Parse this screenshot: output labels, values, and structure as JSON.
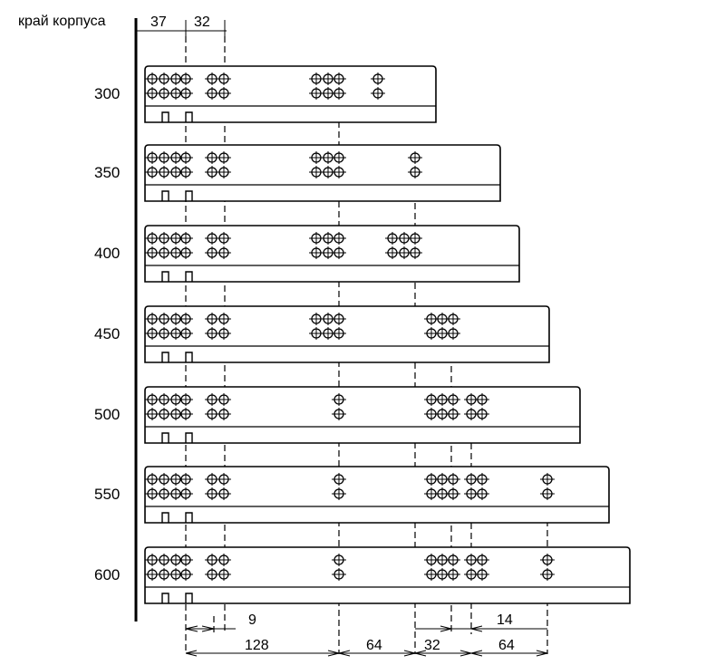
{
  "header": {
    "edge_label": "край корпуса",
    "dim_37": "37",
    "dim_32": "32"
  },
  "rails": [
    {
      "length_label": "300",
      "groups": [
        "quad",
        "pair",
        "triple",
        "single"
      ]
    },
    {
      "length_label": "350",
      "groups": [
        "quad",
        "pair",
        "triple",
        "single"
      ]
    },
    {
      "length_label": "400",
      "groups": [
        "quad",
        "pair",
        "triple",
        "triple"
      ]
    },
    {
      "length_label": "450",
      "groups": [
        "quad",
        "pair",
        "triple",
        "triple"
      ]
    },
    {
      "length_label": "500",
      "groups": [
        "quad",
        "pair",
        "single",
        "triple",
        "pair"
      ]
    },
    {
      "length_label": "550",
      "groups": [
        "quad",
        "pair",
        "single",
        "triple",
        "pair",
        "single"
      ]
    },
    {
      "length_label": "600",
      "groups": [
        "quad",
        "pair",
        "single",
        "triple",
        "pair",
        "single"
      ]
    }
  ],
  "bottom_dims": {
    "d9": "9",
    "d14": "14",
    "d128": "128",
    "d64a": "64",
    "d32": "32",
    "d64b": "64"
  }
}
